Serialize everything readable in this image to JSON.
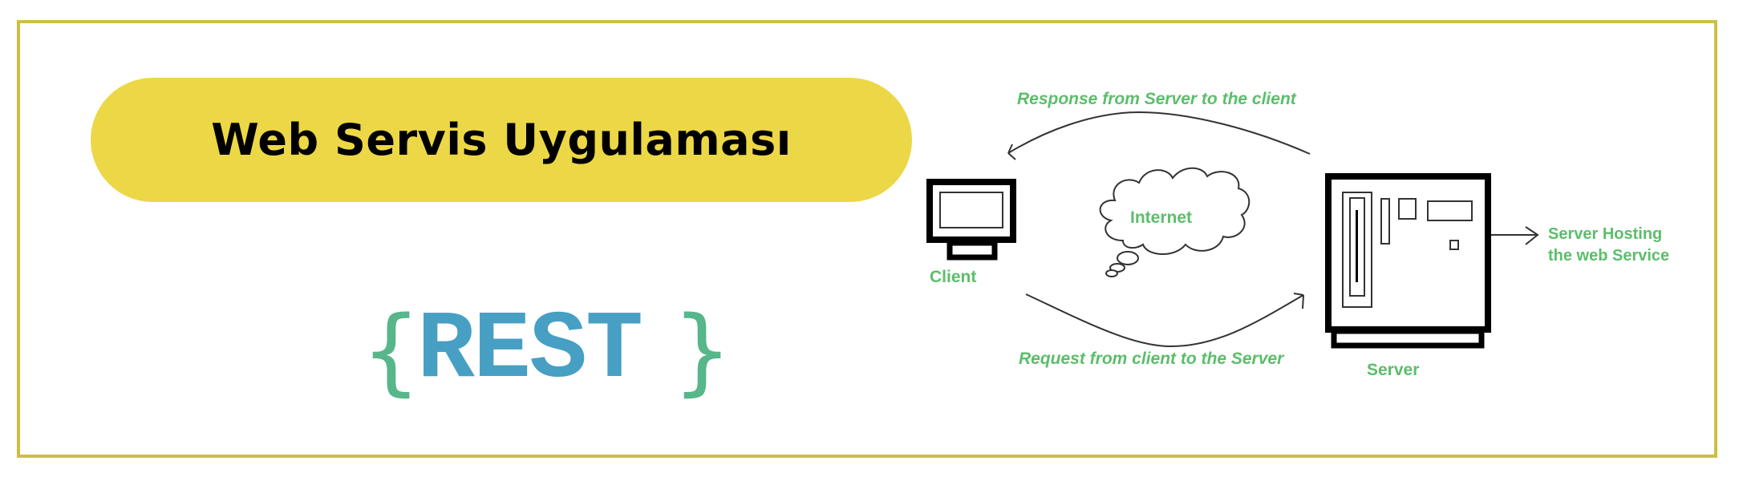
{
  "banner": {
    "title": "Web Servis Uygulaması"
  },
  "logo": {
    "brace_open": "{",
    "word": "REST",
    "brace_close": "}"
  },
  "diagram": {
    "response_label": "Response from Server to the client",
    "request_label": "Request from client to the  Server",
    "client_label": "Client",
    "internet_label": "Internet",
    "server_label": "Server",
    "hosting_label_line1": "Server Hosting",
    "hosting_label_line2": "the web Service"
  },
  "colors": {
    "frame": "#CDBF45",
    "pill": "#ECD746",
    "label_green": "#5BBE6A",
    "brace_green": "#57B68A",
    "rest_blue": "#479FC4"
  }
}
